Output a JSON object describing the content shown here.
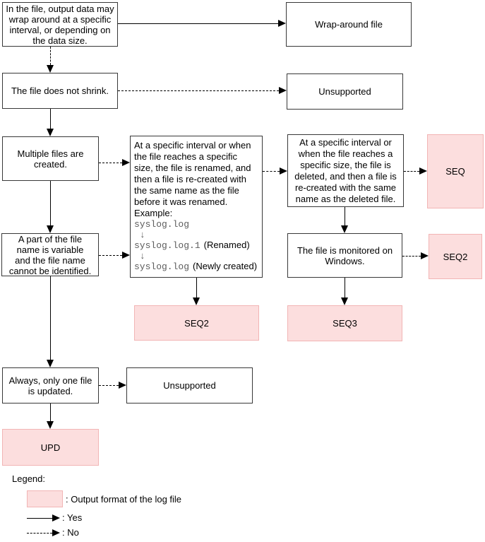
{
  "diagram": {
    "nodes": {
      "wrap_desc": "In the file, output data may\nwrap around at a specific\ninterval, or depending on\nthe data size.",
      "wrap_around_file": "Wrap-around file",
      "no_shrink": "The file does not shrink.",
      "unsupported_top": "Unsupported",
      "multiple_files": "Multiple files are\ncreated.",
      "rename_desc": {
        "text": "At a specific interval or when\nthe file reaches a specific\nsize, the file is renamed, and\nthen a file is re-created with\nthe same name as the file\nbefore it was renamed.",
        "example_label": "Example:",
        "down_arrow": "↓",
        "steps": [
          {
            "file": "syslog.log",
            "note": ""
          },
          {
            "file": "syslog.log.1",
            "note": "(Renamed)"
          },
          {
            "file": "syslog.log",
            "note": "(Newly created)"
          }
        ]
      },
      "delete_desc": "At a specific interval or\nwhen the file reaches a\nspecific size, the file is\ndeleted, and then a file is\nre-created with the same\nname as the deleted file.",
      "seq": "SEQ",
      "part_name": "A part of the file\nname is variable\nand the file name\ncannot be identified.",
      "monitored": "The file is monitored on\nWindows.",
      "seq2_right": "SEQ2",
      "seq2": "SEQ2",
      "seq3": "SEQ3",
      "always_one": "Always, only one file\nis updated.",
      "unsupported_bottom": "Unsupported",
      "upd": "UPD"
    },
    "colors": {
      "output_format_fill": "#fcdede",
      "output_format_border": "#f2b5b5"
    }
  },
  "legend": {
    "title": "Legend:",
    "output_format": ": Output format of the log file",
    "yes": ": Yes",
    "no": ": No"
  }
}
